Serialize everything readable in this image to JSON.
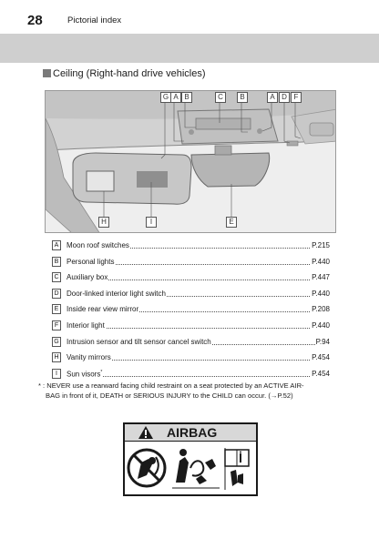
{
  "header": {
    "page_number": "28",
    "section_title": "Pictorial index"
  },
  "subheading": "Ceiling (Right-hand drive vehicles)",
  "figure": {
    "top_callouts": [
      "G",
      "A",
      "B",
      "C",
      "B",
      "A",
      "D",
      "F"
    ],
    "bottom_callouts": [
      "H",
      "I",
      "E"
    ]
  },
  "legend": [
    {
      "key": "A",
      "label": "Moon roof switches",
      "page": "P.215"
    },
    {
      "key": "B",
      "label": "Personal lights",
      "page": "P.440"
    },
    {
      "key": "C",
      "label": "Auxiliary box",
      "page": "P.447"
    },
    {
      "key": "D",
      "label": "Door-linked interior light switch",
      "page": "P.440"
    },
    {
      "key": "E",
      "label": "Inside rear view mirror",
      "page": "P.208"
    },
    {
      "key": "F",
      "label": "Interior light",
      "page": "P.440"
    },
    {
      "key": "G",
      "label": "Intrusion sensor and tilt sensor cancel switch",
      "page": "P.94"
    },
    {
      "key": "H",
      "label": "Vanity mirrors",
      "page": "P.454"
    },
    {
      "key": "I",
      "label": "Sun visors",
      "sup": "*",
      "page": "P.454"
    }
  ],
  "footnote": {
    "mark": "*",
    "line1": ": NEVER use a rearward facing child restraint on a seat protected by an ACTIVE AIR-",
    "line2": "BAG in front of it, DEATH or SERIOUS INJURY to the CHILD can occur. (→P.52)"
  },
  "airbag_label": {
    "warning_icon": "warning-triangle-icon",
    "word": "AIRBAG",
    "icons": [
      "no-rear-facing-child-seat-icon",
      "airbag-deploy-icon",
      "read-manual-icon"
    ]
  }
}
